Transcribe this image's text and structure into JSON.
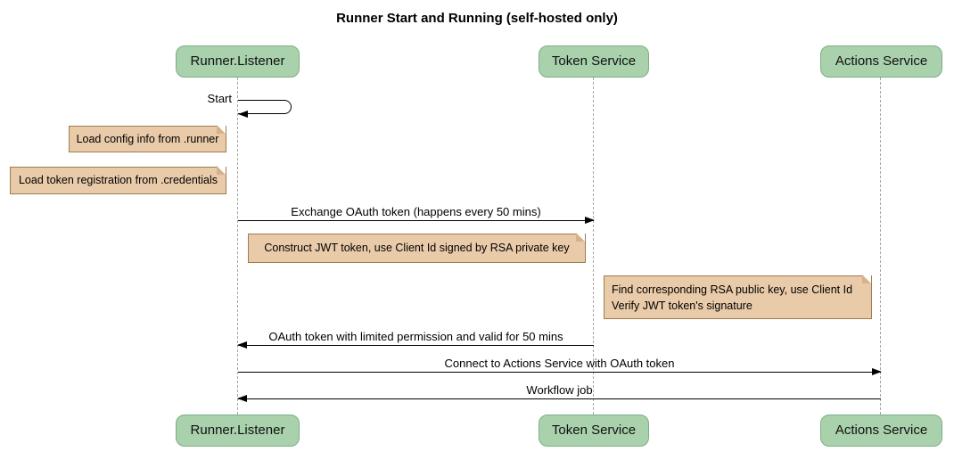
{
  "diagram": {
    "title": "Runner Start and Running (self-hosted only)",
    "participants": {
      "runner": "Runner.Listener",
      "token": "Token Service",
      "actions": "Actions Service"
    },
    "messages": {
      "start": "Start",
      "exchange": "Exchange OAuth token (happens every 50 mins)",
      "oauth_return": "OAuth token with limited permission and valid for 50 mins",
      "connect": "Connect to Actions Service with OAuth token",
      "workflow": "Workflow job"
    },
    "notes": {
      "load_config": "Load config info from .runner",
      "load_credentials": "Load token registration from .credentials",
      "construct_jwt": "Construct JWT token, use Client Id signed by RSA private key",
      "verify_jwt": "Find corresponding RSA public key, use Client Id\nVerify JWT token's signature"
    },
    "colors": {
      "participant_fill": "#a8d1ac",
      "participant_border": "#7fae84",
      "note_fill": "#e9cba9",
      "note_border": "#9e7c4e",
      "note_fold": "#d6b28a",
      "lifeline": "#a6a6a6",
      "arrow": "#000000"
    }
  }
}
